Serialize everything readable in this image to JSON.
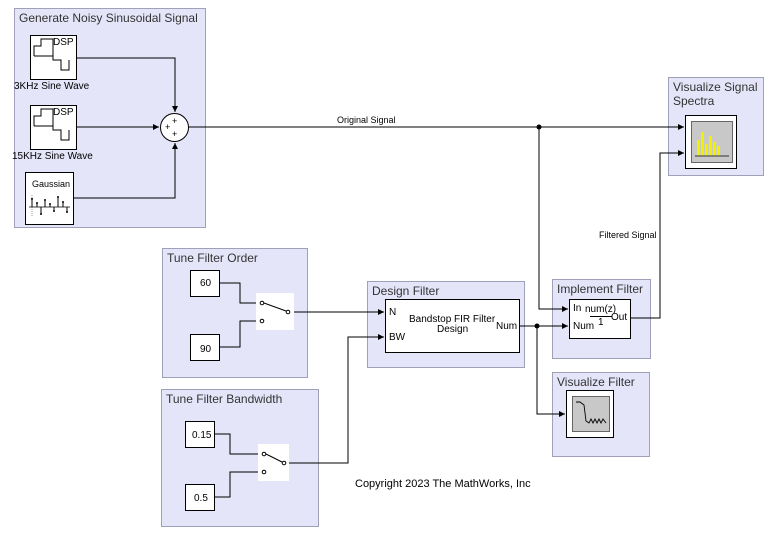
{
  "areas": {
    "generate": "Generate Noisy Sinusoidal Signal",
    "spectra": "Visualize Signal Spectra",
    "order": "Tune Filter Order",
    "bandwidth": "Tune Filter Bandwidth",
    "design": "Design Filter",
    "implement": "Implement Filter",
    "visfilter": "Visualize Filter"
  },
  "blocks": {
    "sine1_label": "3KHz Sine Wave",
    "sine2_label": "15KHz Sine Wave",
    "dsp_tag": "DSP",
    "gaussian": "Gaussian",
    "const_60": "60",
    "const_90": "90",
    "const_015": "0.15",
    "const_05": "0.5",
    "fir_line1": "Bandstop FIR Filter",
    "fir_line2": "Design",
    "port_n": "N",
    "port_bw": "BW",
    "port_num": "Num",
    "tf_in": "In",
    "tf_num": "Num",
    "tf_out": "Out",
    "tf_numerator": "num(z)",
    "tf_denominator": "1",
    "sum_signs": "+"
  },
  "signals": {
    "original": "Original Signal",
    "filtered": "Filtered Signal"
  },
  "copyright": "Copyright 2023 The MathWorks, Inc",
  "colors": {
    "area_bg": "#e5e5fa",
    "scope_bars": "#f0f000",
    "scope_screen": "#c8c8c8"
  }
}
